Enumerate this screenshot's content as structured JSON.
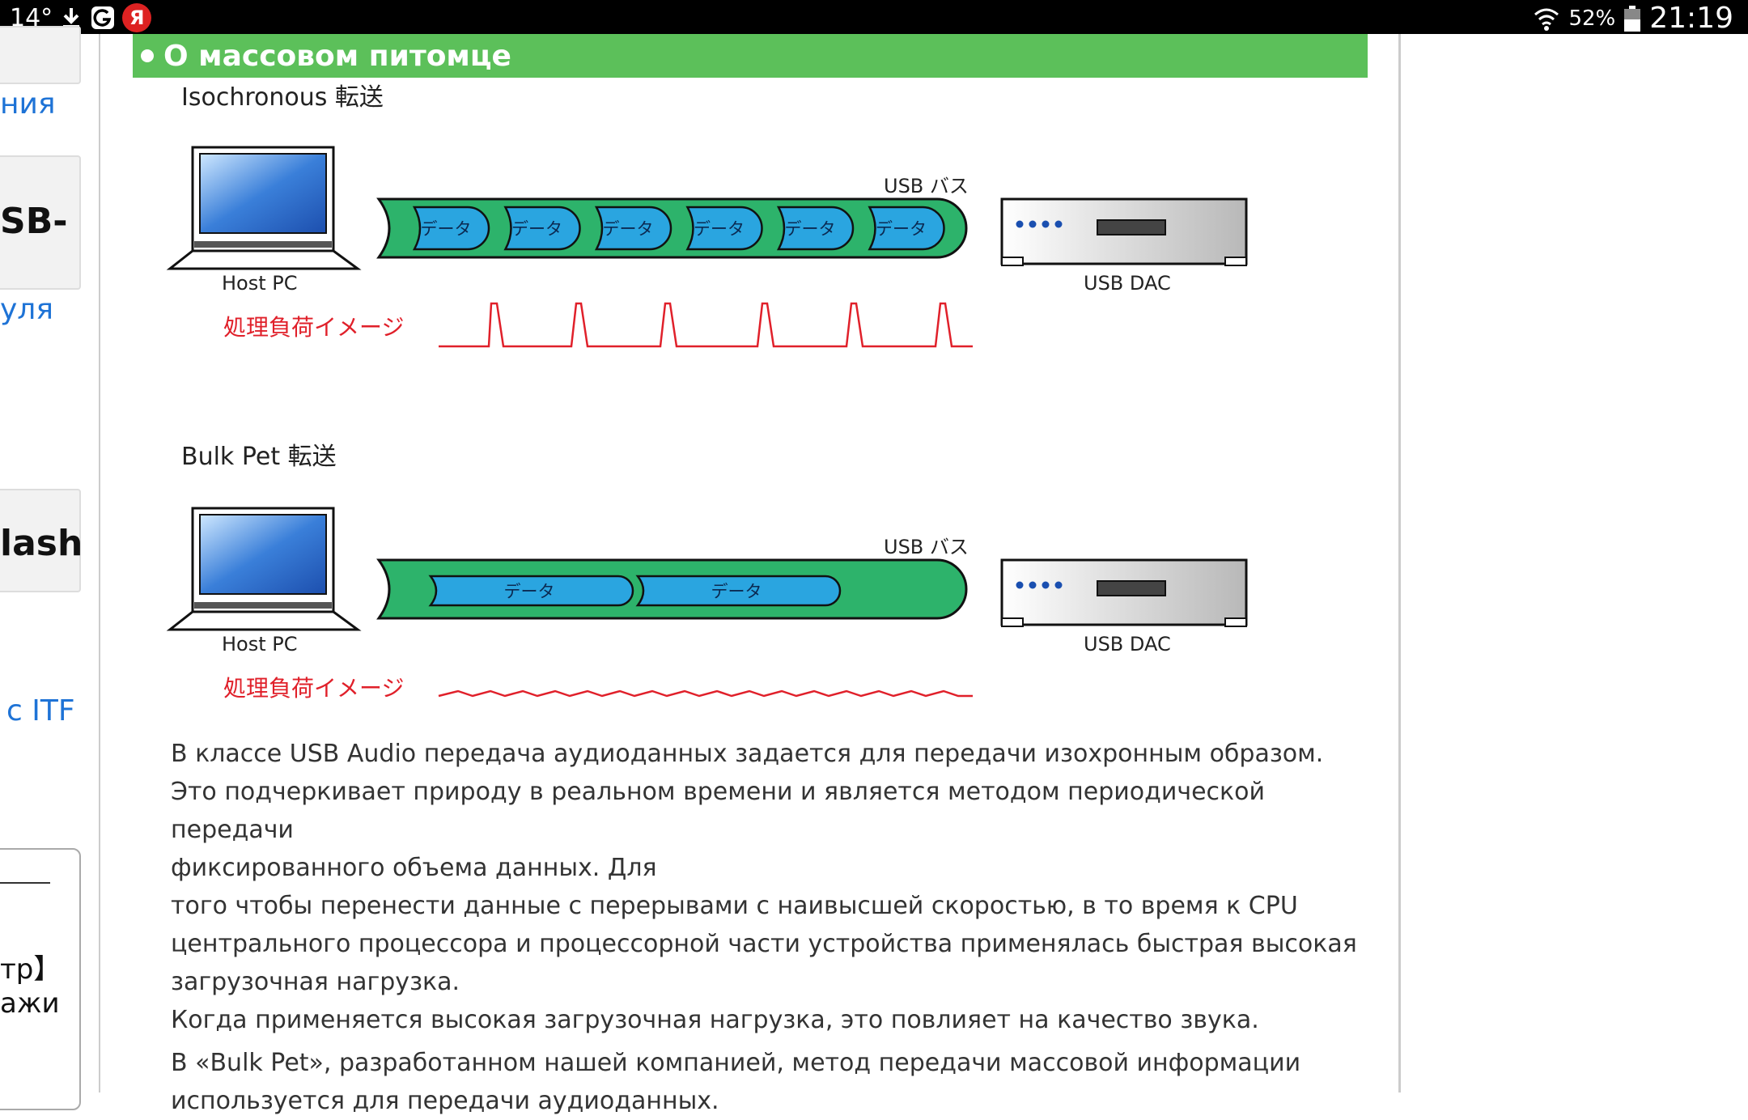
{
  "statusbar": {
    "temperature": "14°",
    "battery_pct": "52%",
    "time": "21:19",
    "yandex_letter": "Я"
  },
  "sidebar": {
    "link1": "ния",
    "heading1": "SB-",
    "link2": "уля",
    "heading2": "lash",
    "link3": "с ITF",
    "text1": "тр】",
    "text2": "ажи"
  },
  "section": {
    "title": "О массовом питомце"
  },
  "diagram_iso": {
    "title": "Isochronous 転送",
    "host_label": "Host PC",
    "bus_label": "USB バス",
    "dac_label": "USB DAC",
    "packet_label": "データ",
    "packet_count": 6,
    "load_label": "処理負荷イメージ"
  },
  "diagram_bulk": {
    "title": "Bulk Pet 転送",
    "host_label": "Host PC",
    "bus_label": "USB バス",
    "dac_label": "USB DAC",
    "packet_label": "データ",
    "packet_count": 2,
    "load_label": "処理負荷イメージ"
  },
  "colors": {
    "header_green": "#5cc05a",
    "bus_green": "#2db36b",
    "packet_blue": "#2aa5e0",
    "load_red": "#e0202a",
    "link_blue": "#1e73d6"
  },
  "paragraph1": [
    "В классе USB Audio передача аудиоданных задается для передачи изохронным образом.",
    "Это подчеркивает природу в реальном времени и является методом периодической передачи",
    "фиксированного объема данных. Для",
    "того чтобы перенести данные с перерывами с наивысшей скоростью, в то время к CPU",
    "центрального процессора и процессорной части устройства применялась быстрая высокая",
    "загрузочная нагрузка.",
    "Когда применяется высокая загрузочная нагрузка, это повлияет на качество звука."
  ],
  "paragraph2": [
    "В «Bulk Pet», разработанном нашей компанией, метод передачи массовой информации",
    "используется для передачи аудиоданных."
  ]
}
